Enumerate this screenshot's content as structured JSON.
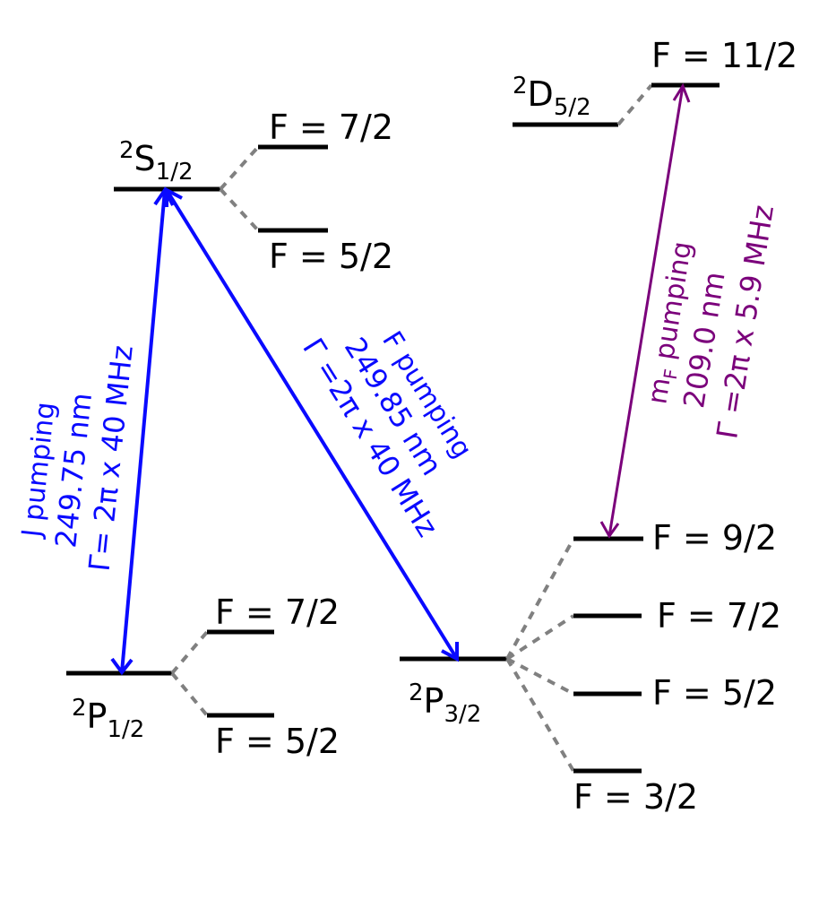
{
  "levels": {
    "s12": {
      "symbol": "S",
      "sup": "2",
      "sub": "1/2"
    },
    "p12": {
      "symbol": "P",
      "sup": "2",
      "sub": "1/2"
    },
    "p32": {
      "symbol": "P",
      "sup": "2",
      "sub": "3/2"
    },
    "d52": {
      "symbol": "D",
      "sup": "2",
      "sub": "5/2"
    }
  },
  "sublevels": {
    "s_f72": "F = 7/2",
    "s_f52": "F = 5/2",
    "p12_f72": "F = 7/2",
    "p12_f52": "F = 5/2",
    "p32_f92": "F = 9/2",
    "p32_f72": "F = 7/2",
    "p32_f52": "F = 5/2",
    "p32_f32": "F = 3/2",
    "d_f112": "F = 11/2"
  },
  "transitions": {
    "j_pumping": {
      "name": "J pumping",
      "wavelength": "249.75 nm",
      "linewidth": "Γ= 2π x 40 MHz",
      "color": "#0a0aff"
    },
    "f_pumping": {
      "name": "F pumping",
      "wavelength": "249.85 nm",
      "linewidth": "Γ =2π x 40 MHz",
      "color": "#0a0aff"
    },
    "mf_pumping": {
      "name_main": "m",
      "name_sub": "F",
      "name_rest": " pumping",
      "wavelength": "209.0 nm",
      "linewidth": "Γ =2π x 5.9 MHz",
      "color": "#7b007b"
    }
  }
}
